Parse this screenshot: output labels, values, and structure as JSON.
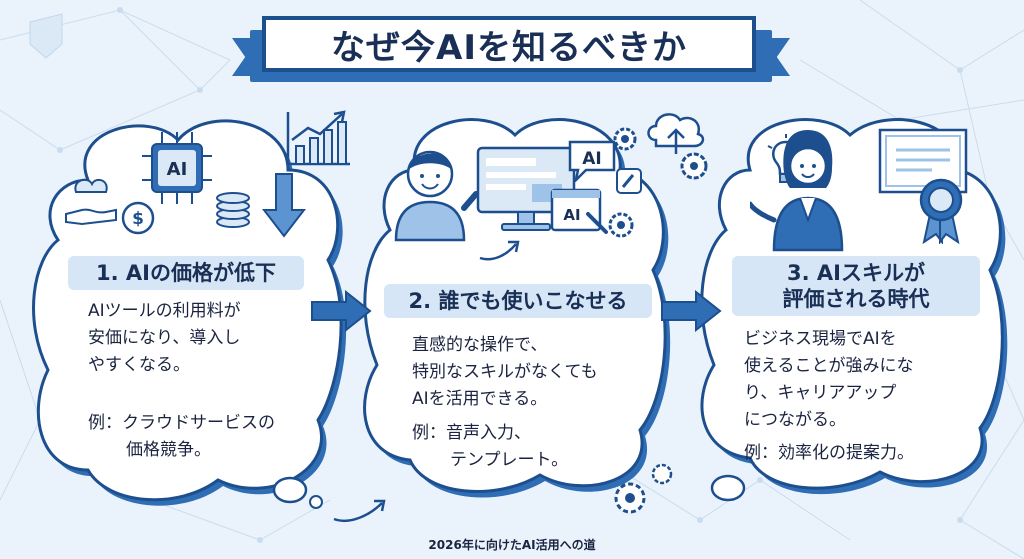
{
  "title": "なぜ今AIを知るべきか",
  "footer": "2026年に向けたAI活用への道",
  "steps": [
    {
      "title": "1. AIの価格が低下",
      "body": [
        "AIツールの利用料が",
        "安価になり、導入し",
        "やすくなる。"
      ],
      "example_label": "例：クラウドサービスの",
      "example_cont": "価格競争。"
    },
    {
      "title": "2. 誰でも使いこなせる",
      "body": [
        "直感的な操作で、",
        "特別なスキルがなくても",
        "AIを活用できる。"
      ],
      "example_label": "例：音声入力、",
      "example_cont": "テンプレート。"
    },
    {
      "title_line1": "3. AIスキルが",
      "title_line2": "評価される時代",
      "body": [
        "ビジネス現場でAIを",
        "使えることが強みにな",
        "り、キャリアアップ",
        "につながる。"
      ],
      "example_label": "例：効率化の提案力。"
    }
  ],
  "icon_labels": {
    "chip": "AI",
    "bubble": "AI",
    "screen": "AI"
  },
  "icons": [
    "cloud-hand-icon",
    "dollar-coin-icon",
    "ai-chip-icon",
    "coin-stack-icon",
    "growth-chart-icon",
    "down-arrow-icon",
    "person-icon",
    "monitor-icon",
    "ai-bubble-icon",
    "gear-icon",
    "cloud-upload-icon",
    "lightbulb-icon",
    "businesswoman-icon",
    "certificate-icon",
    "award-icon"
  ],
  "colors": {
    "accent": "#2f6db5",
    "dark": "#1d4f8f",
    "panel": "#ffffff",
    "label_bg": "#d6e6f6",
    "background": "#eaf3fb"
  }
}
